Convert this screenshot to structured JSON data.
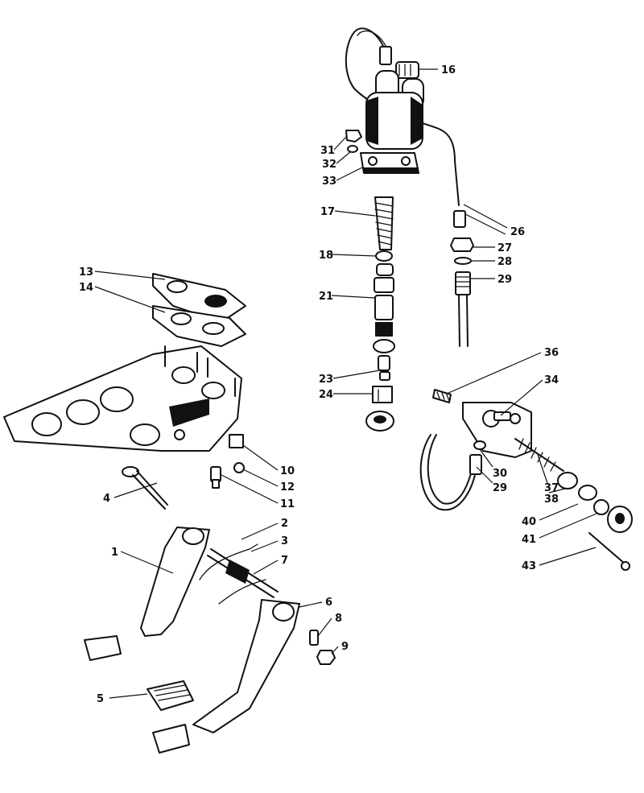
{
  "labels": {
    "n1": "1",
    "n2": "2",
    "n3": "3",
    "n4": "4",
    "n5": "5",
    "n6": "6",
    "n7": "7",
    "n8": "8",
    "n9": "9",
    "n10": "10",
    "n11": "11",
    "n12": "12",
    "n13": "13",
    "n14": "14",
    "n16": "16",
    "n17": "17",
    "n18": "18",
    "n21": "21",
    "n23": "23",
    "n24": "24",
    "n26": "26",
    "n27": "27",
    "n28": "28",
    "n29a": "29",
    "n29b": "29",
    "n30": "30",
    "n31": "31",
    "n32": "32",
    "n33": "33",
    "n34": "34",
    "n36": "36",
    "n37": "37",
    "n38": "38",
    "n40": "40",
    "n41": "41",
    "n43": "43"
  }
}
